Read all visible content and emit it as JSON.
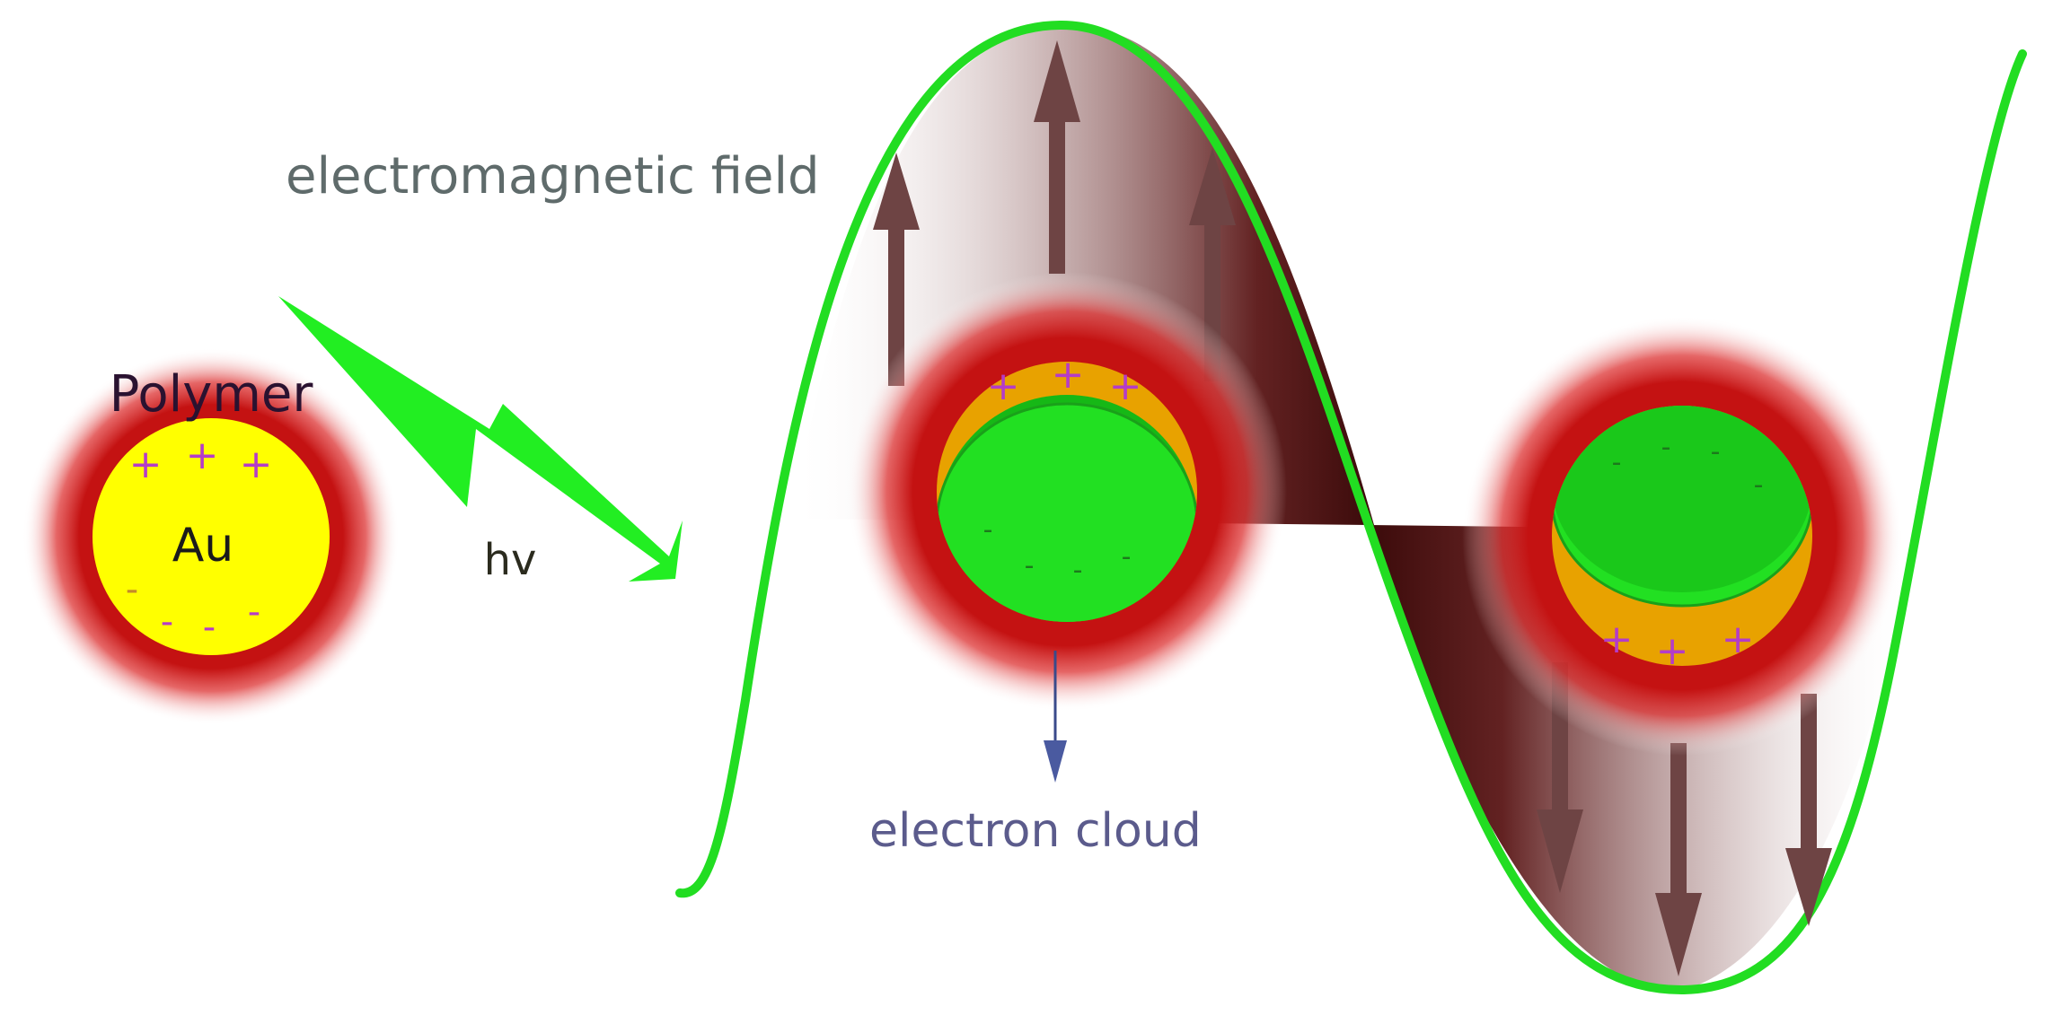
{
  "labels": {
    "polymer": "Polymer",
    "core": "Au",
    "photon": "hv",
    "field": "electromagnetic field",
    "cloud": "electron cloud"
  },
  "symbols": {
    "plus": "+",
    "minus": "-"
  },
  "colors": {
    "wave": "#22dd22",
    "polymer_shell": "#c41212",
    "gold_core": "#ffff00",
    "charged_core": "#e8a200",
    "electron_cloud": "#22e022",
    "field_arrow": "#6e4444",
    "plus_sign": "#b43cc8",
    "minus_sign": "#c48a2a",
    "cloud_label": "#5b5b8c",
    "field_label": "#5f6b6b"
  }
}
